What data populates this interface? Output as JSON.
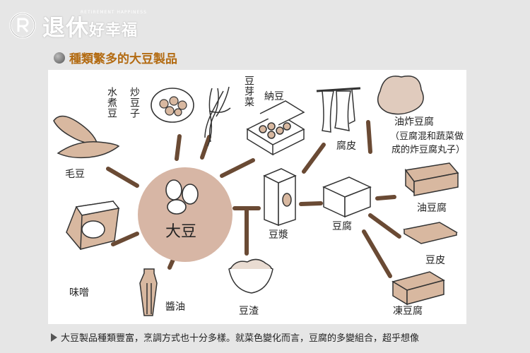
{
  "logo": {
    "icon": "registered-mark-icon",
    "text_main": "退休",
    "text_small": "好幸福",
    "tagline": "RETIREMENT HAPPINESS"
  },
  "section_title": "種類繁多的大豆製品",
  "center_label": "大豆",
  "labels": {
    "shui_zhu_dou": "水煮豆",
    "chao_dou_zi": "炒豆子",
    "dou_ya_cai": "豆芽菜",
    "na_dou": "納豆",
    "fu_pi": "腐皮",
    "you_zha_dou_fu": "油炸豆腐",
    "you_zha_note_1": "（豆腐混和蔬菜做",
    "you_zha_note_2": "成的炸豆腐丸子）",
    "mao_dou": "毛豆",
    "dou_jiang": "豆漿",
    "dou_fu": "豆腐",
    "you_dou_fu": "油豆腐",
    "dou_pi": "豆皮",
    "wei_ceng": "味噌",
    "jiang_you": "醬油",
    "dou_zha": "豆渣",
    "dong_dou_fu": "凍豆腐"
  },
  "colors": {
    "connector": "#6a4a34",
    "center_circle": "#d7b6a5",
    "title": "#b36b12"
  },
  "caption": "大豆製品種類豐富，烹調方式也十分多樣。就菜色變化而言，豆腐的多變組合，超乎想像"
}
